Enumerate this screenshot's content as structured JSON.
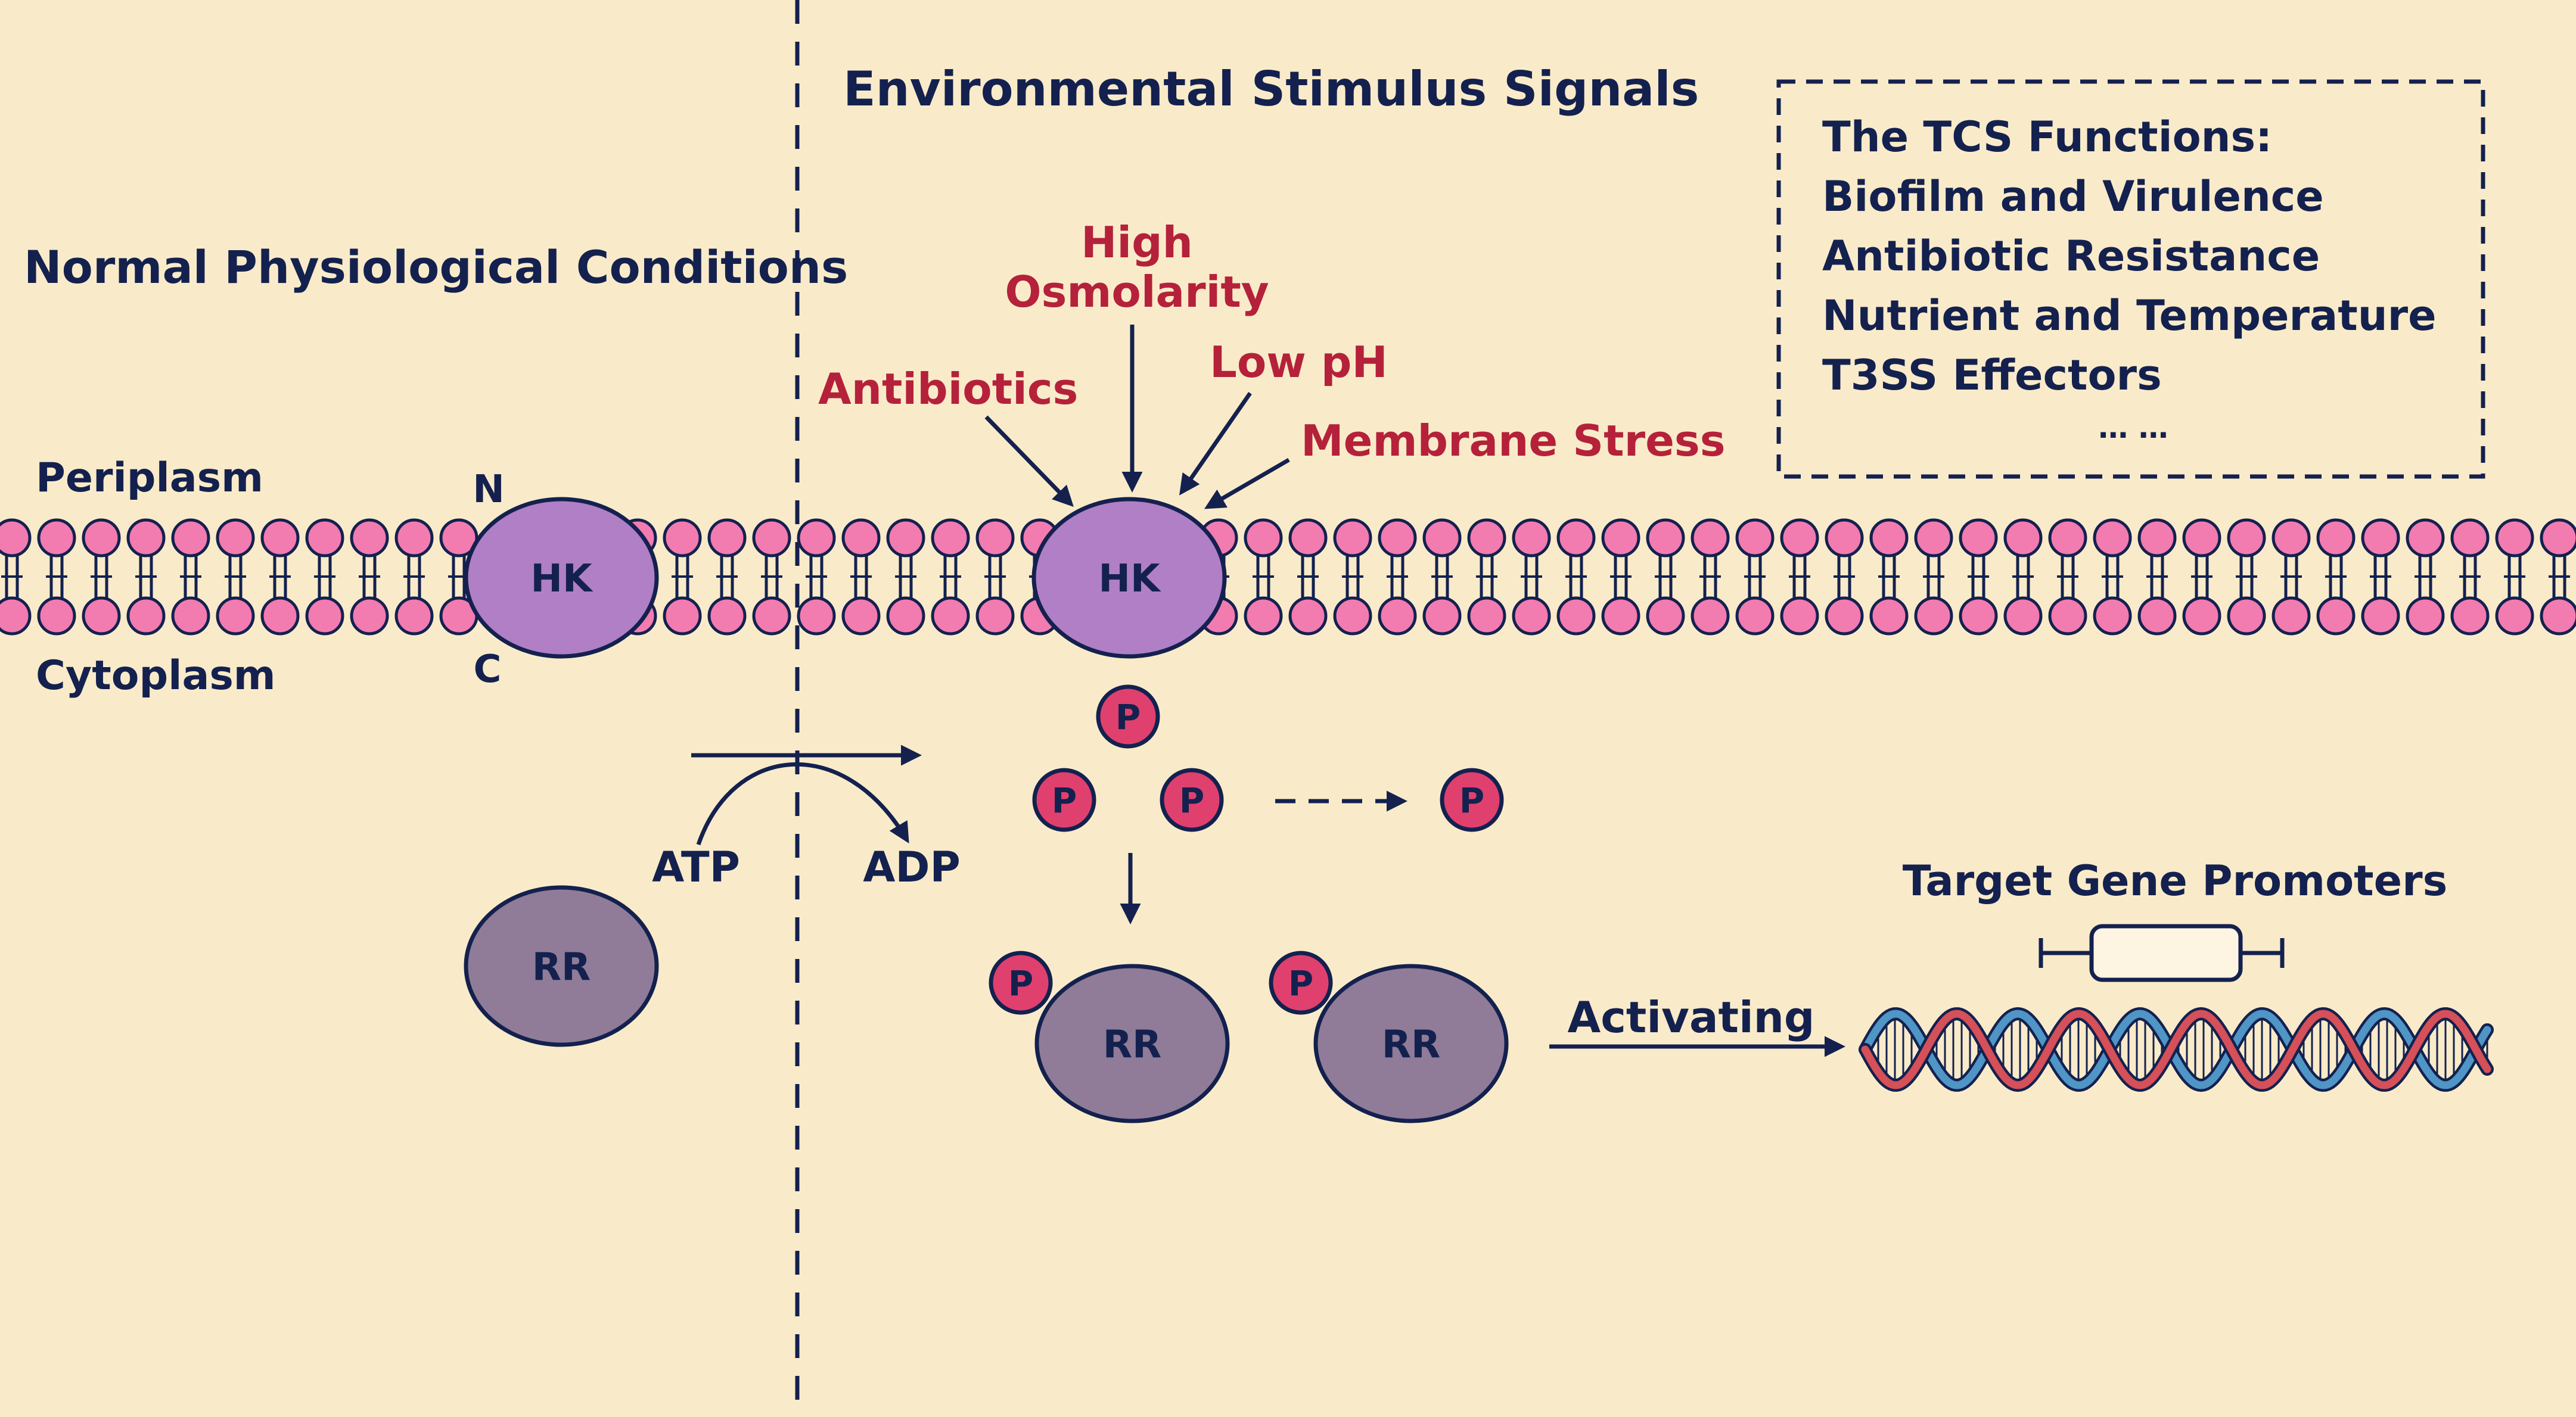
{
  "colors": {
    "background": "#f9ebc9",
    "ink": "#14214f",
    "stimulus_text": "#b5213a",
    "lipid_head": "#f27bb0",
    "hk_fill": "#b07fc6",
    "rr_fill": "#907c98",
    "phosphate_fill": "#e0406e",
    "dna_red": "#d55058",
    "dna_blue": "#4f95c6",
    "promoter_fill": "#fdf4e2"
  },
  "headings": {
    "left": "Normal Physiological Conditions",
    "right": "Environmental Stimulus Signals"
  },
  "membrane": {
    "periplasm": "Periplasm",
    "cytoplasm": "Cytoplasm",
    "n_terminus": "N",
    "c_terminus": "C"
  },
  "proteins": {
    "hk": "HK",
    "rr": "RR",
    "phosphate": "P"
  },
  "stimuli": {
    "high": "High",
    "osmolarity": "Osmolarity",
    "antibiotics": "Antibiotics",
    "low_ph": "Low pH",
    "membrane_stress": "Membrane Stress"
  },
  "reaction": {
    "atp": "ATP",
    "adp": "ADP",
    "activating": "Activating"
  },
  "gene": {
    "label": "Target  Gene  Promoters"
  },
  "functions_box": {
    "title": "The TCS Functions:",
    "items": [
      "Biofilm and Virulence",
      "Antibiotic Resistance",
      "Nutrient and Temperature",
      "T3SS Effectors"
    ],
    "ellipsis": "… …"
  }
}
